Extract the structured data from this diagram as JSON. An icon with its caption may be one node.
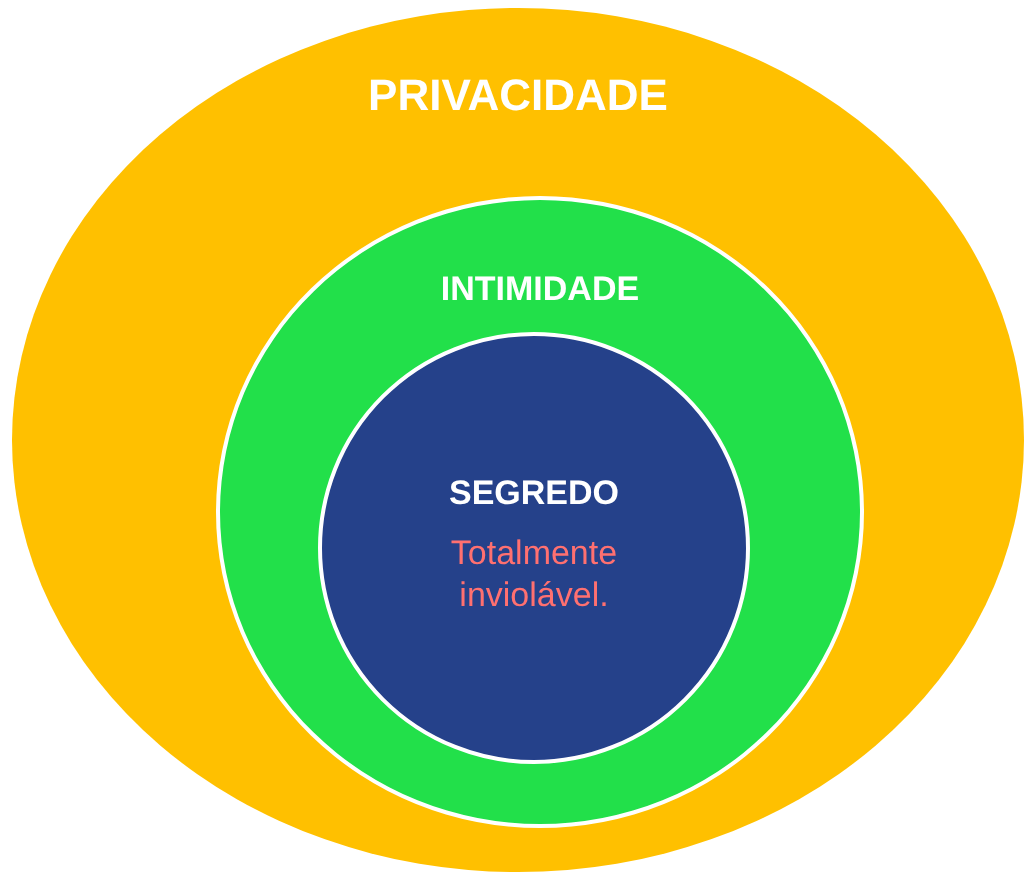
{
  "diagram": {
    "nodes": [
      {
        "text": [
          "PRIVACIDADE"
        ]
      },
      {
        "text": [
          "INTIMIDADE"
        ],
        "in": 0
      },
      {
        "text": [
          "SEGREDO",
          "Totalmente inviolável."
        ],
        "in": 1
      }
    ]
  }
}
